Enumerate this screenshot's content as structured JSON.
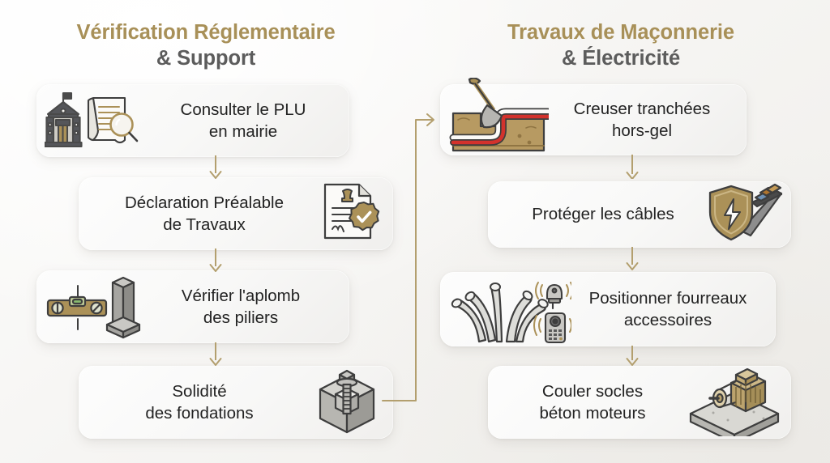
{
  "palette": {
    "gold": "#a89058",
    "heading_gray": "#5c5c5c",
    "card_text": "#232323",
    "background": "#f4f3f1",
    "connector": "#b39f6e",
    "accent_red": "#d3322c",
    "soil": "#b79a62",
    "metal_gray": "#8d8d8d"
  },
  "columns": [
    {
      "id": "left",
      "heading": {
        "line1": "Vérification Réglementaire",
        "line2": "& Support"
      },
      "cards": [
        {
          "id": "l1",
          "text": "Consulter le PLU\nen mairie",
          "icon": "townhall-document-magnifier-icon",
          "icon_side": "left"
        },
        {
          "id": "l2",
          "text": "Déclaration Préalable\nde Travaux",
          "icon": "stamped-document-approved-icon",
          "icon_side": "right"
        },
        {
          "id": "l3",
          "text": "Vérifier l'aplomb\ndes piliers",
          "icon": "spirit-level-pillar-icon",
          "icon_side": "left"
        },
        {
          "id": "l4",
          "text": "Solidité\ndes fondations",
          "icon": "anchor-bolt-concrete-icon",
          "icon_side": "right"
        }
      ]
    },
    {
      "id": "right",
      "heading": {
        "line1": "Travaux de Maçonnerie",
        "line2": "& Électricité"
      },
      "cards": [
        {
          "id": "r1",
          "text": "Creuser tranchées\nhors-gel",
          "icon": "shovel-trench-cable-icon",
          "icon_side": "left"
        },
        {
          "id": "r2",
          "text": "Protéger les câbles",
          "icon": "shield-cable-icon",
          "icon_side": "right"
        },
        {
          "id": "r3",
          "text": "Positionner fourreaux\naccessoires",
          "icon": "conduits-siren-intercom-icon",
          "icon_side": "left"
        },
        {
          "id": "r4",
          "text": "Couler socles\nbéton moteurs",
          "icon": "motor-concrete-slab-icon",
          "icon_side": "right"
        }
      ]
    }
  ],
  "connectors": {
    "vertical_arrows": 6,
    "cross_column_label": "flow-left-bottom-to-right-top"
  }
}
